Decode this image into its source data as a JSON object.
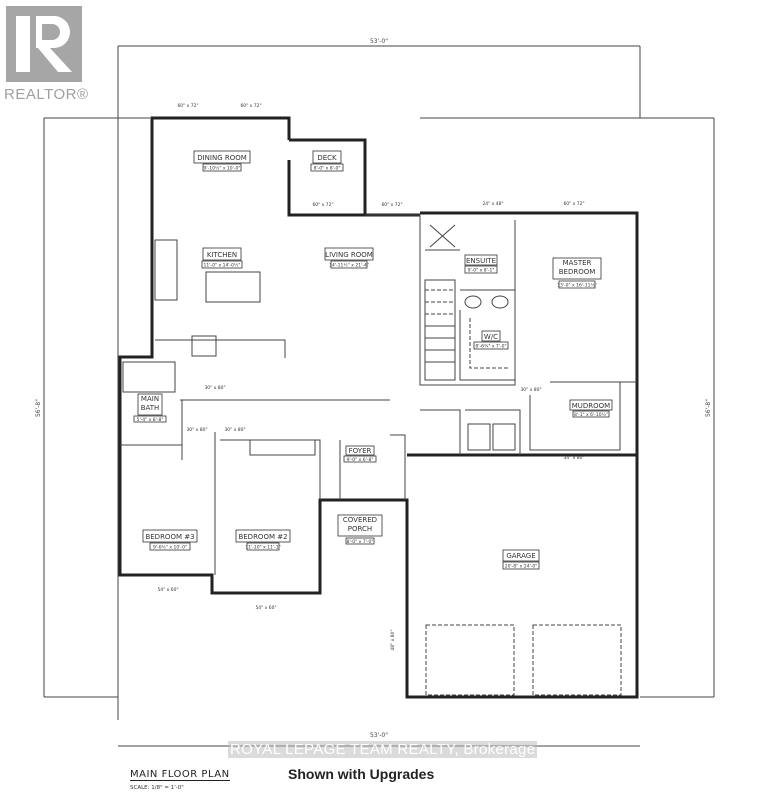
{
  "logo": {
    "text": "REALTOR®",
    "color": "#a6a6a6"
  },
  "overall_dimensions": {
    "top": "53'-0\"",
    "bottom": "53'-0\"",
    "left": "56'-8\"",
    "right": "56'-8\""
  },
  "rooms": [
    {
      "name": "DINING ROOM",
      "size": "9'-10½\" x 10'-0\""
    },
    {
      "name": "DECK",
      "size": "8'-0\" x 8'-0\""
    },
    {
      "name": "KITCHEN",
      "size": "11'-0\" x 14'-0½\""
    },
    {
      "name": "LIVING ROOM",
      "size": "14'-11½\" x 21'-4\""
    },
    {
      "name": "ENSUITE",
      "size": "9'-0\" x 8'-1\""
    },
    {
      "name": "MASTER BEDROOM",
      "size": "13'-0\" x 16'-11½\""
    },
    {
      "name": "W/C",
      "size": "8'-6¾\" x 7'-0\""
    },
    {
      "name": "MAIN BATH",
      "size": "5'-4\" x 8'-8\""
    },
    {
      "name": "MUDROOM",
      "size": "8'-1\" x 6'-10½\""
    },
    {
      "name": "FOYER",
      "size": "9'-0\" x 6'-8\""
    },
    {
      "name": "BEDROOM #3",
      "size": "9'-6½\" x 10'-0\""
    },
    {
      "name": "BEDROOM #2",
      "size": "11'-10\" x 11'-1\""
    },
    {
      "name": "COVERED PORCH",
      "size": "8'-0\" x 7'-0\""
    },
    {
      "name": "GARAGE",
      "size": "20'-8\" x 24'-0\""
    }
  ],
  "openings": [
    "60\" x 72\"",
    "60\" x 72\"",
    "60\" x 72\"",
    "60\" x 72\"",
    "24\" x 48\"",
    "60\" x 72\"",
    "30\" x 80\"",
    "30\" x 80\"",
    "30\" x 80\"",
    "30\" x 80\"",
    "34\" x 80\"",
    "54\" x 60\"",
    "54\" x 60\"",
    "48\" x 80\""
  ],
  "watermark": "ROYAL LEPAGE TEAM REALTY, Brokerage",
  "footer": {
    "title": "MAIN FLOOR PLAN",
    "scale": "SCALE: 1/8\" = 1'-0\"",
    "note": "Shown with Upgrades"
  }
}
